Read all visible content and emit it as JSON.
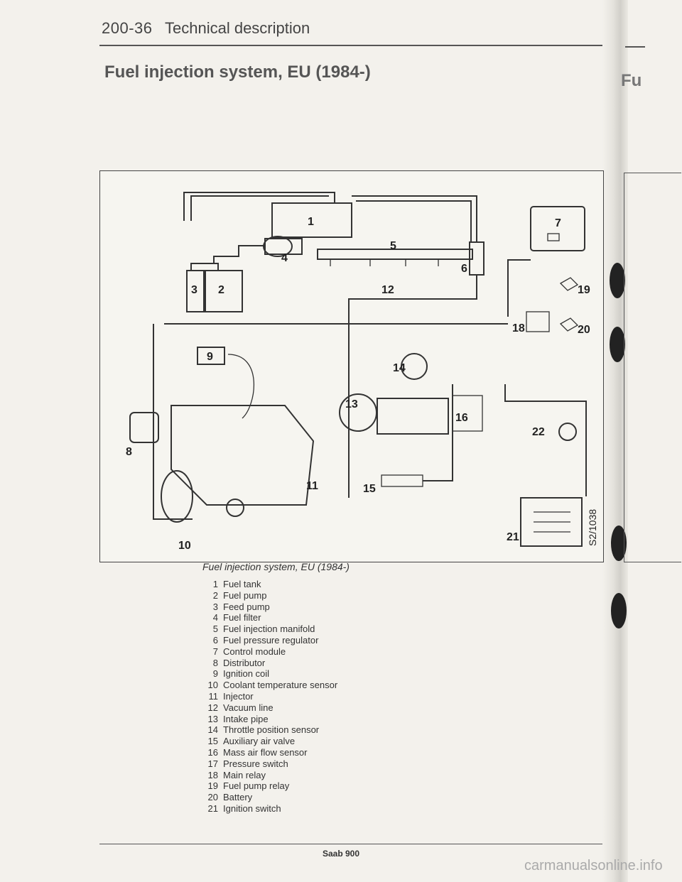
{
  "header": {
    "page_number": "200-36",
    "title": "Technical description"
  },
  "section_title": "Fuel injection system, EU (1984-)",
  "edge_text": "Fu",
  "figure": {
    "caption": "Fuel injection system, EU (1984-)",
    "reference": "S2/1038",
    "callouts": [
      "1",
      "2",
      "3",
      "4",
      "5",
      "6",
      "7",
      "8",
      "9",
      "10",
      "11",
      "12",
      "13",
      "14",
      "15",
      "16",
      "18",
      "19",
      "20",
      "21",
      "22"
    ]
  },
  "legend": [
    {
      "num": "1",
      "text": "Fuel tank"
    },
    {
      "num": "2",
      "text": "Fuel pump"
    },
    {
      "num": "3",
      "text": "Feed pump"
    },
    {
      "num": "4",
      "text": "Fuel filter"
    },
    {
      "num": "5",
      "text": "Fuel injection manifold"
    },
    {
      "num": "6",
      "text": "Fuel pressure regulator"
    },
    {
      "num": "7",
      "text": "Control module"
    },
    {
      "num": "8",
      "text": "Distributor"
    },
    {
      "num": "9",
      "text": "Ignition coil"
    },
    {
      "num": "10",
      "text": "Coolant temperature sensor"
    },
    {
      "num": "11",
      "text": "Injector"
    },
    {
      "num": "12",
      "text": "Vacuum line"
    },
    {
      "num": "13",
      "text": "Intake pipe"
    },
    {
      "num": "14",
      "text": "Throttle position sensor"
    },
    {
      "num": "15",
      "text": "Auxiliary air valve"
    },
    {
      "num": "16",
      "text": "Mass air flow sensor"
    },
    {
      "num": "17",
      "text": "Pressure switch"
    },
    {
      "num": "18",
      "text": "Main relay"
    },
    {
      "num": "19",
      "text": "Fuel pump relay"
    },
    {
      "num": "20",
      "text": "Battery"
    },
    {
      "num": "21",
      "text": "Ignition switch"
    }
  ],
  "footer": {
    "text": "Saab 900"
  },
  "watermark": "carmanualsonline.info"
}
